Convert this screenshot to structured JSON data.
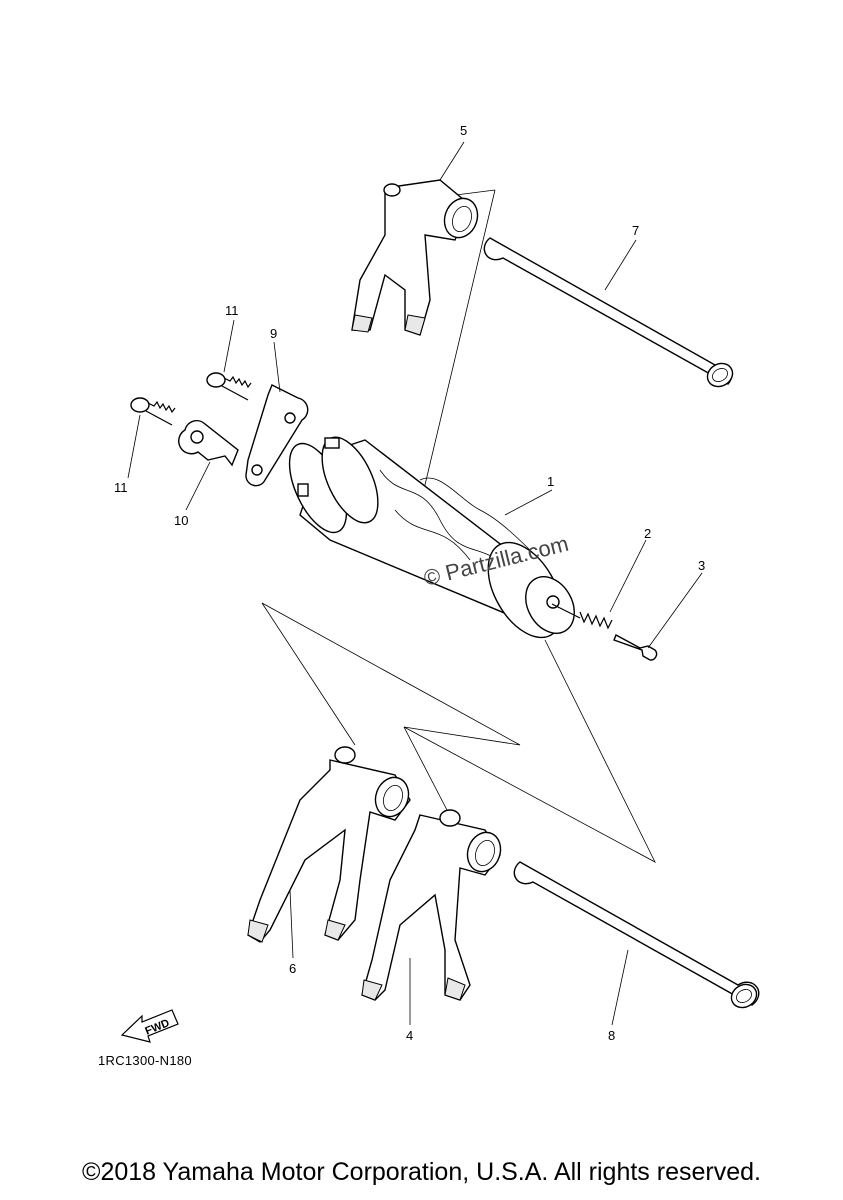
{
  "callouts": {
    "p1": "1",
    "p2": "2",
    "p3": "3",
    "p4": "4",
    "p5": "5",
    "p6": "6",
    "p7": "7",
    "p8": "8",
    "p9": "9",
    "p10": "10",
    "p11a": "11",
    "p11b": "11"
  },
  "diagram_code": "1RC1300-N180",
  "fwd_label": "FWD",
  "watermark": "© Partzilla.com",
  "copyright": "©2018 Yamaha Motor Corporation, U.S.A. All rights reserved."
}
